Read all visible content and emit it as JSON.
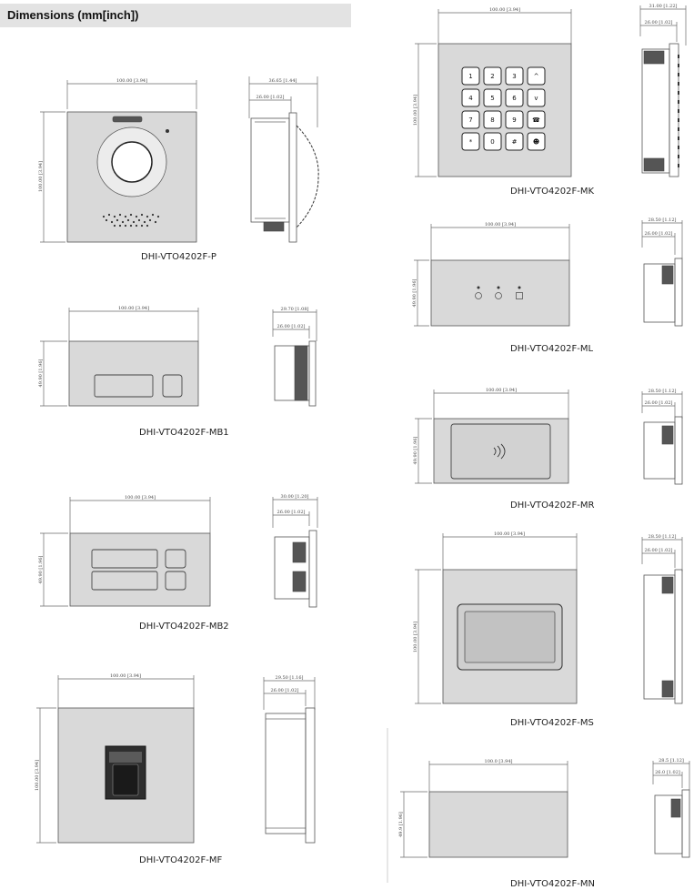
{
  "header": {
    "title": "Dimensions (mm[inch])"
  },
  "models": {
    "p": "DHI-VTO4202F-P",
    "mb1": "DHI-VTO4202F-MB1",
    "mb2": "DHI-VTO4202F-MB2",
    "mf": "DHI-VTO4202F-MF",
    "mk": "DHI-VTO4202F-MK",
    "ml": "DHI-VTO4202F-ML",
    "mr": "DHI-VTO4202F-MR",
    "ms": "DHI-VTO4202F-MS",
    "mn": "DHI-VTO4202F-MN"
  },
  "dims": {
    "p_w": "100.00 [3.94]",
    "p_h": "100.00 [3.94]",
    "p_d1": "36.65 [1.44]",
    "p_d2": "26.00 [1.02]",
    "mb1_w": "100.00 [3.94]",
    "mb1_h": "49.90 [1.96]",
    "mb1_d1": "29.70 [1.08]",
    "mb1_d2": "26.00 [1.02]",
    "mb2_w": "100.00 [3.94]",
    "mb2_h": "49.90 [1.96]",
    "mb2_d1": "30.00 [1.20]",
    "mb2_d2": "26.00 [1.02]",
    "mf_w": "100.00 [3.94]",
    "mf_h": "100.00 [3.94]",
    "mf_d1": "29.50 [1.16]",
    "mf_d2": "26.00 [1.02]",
    "mk_w": "100.00 [3.94]",
    "mk_h": "100.00 [3.94]",
    "mk_d1": "31.00 [1.22]",
    "mk_d2": "26.00 [1.02]",
    "ml_w": "100.00 [3.94]",
    "ml_h": "49.90 [1.96]",
    "ml_d1": "28.50 [1.12]",
    "ml_d2": "26.00 [1.02]",
    "mr_w": "100.00 [3.94]",
    "mr_h": "49.90 [1.96]",
    "mr_d1": "28.50 [1.12]",
    "mr_d2": "26.00 [1.02]",
    "ms_w": "100.00 [3.94]",
    "ms_h": "100.00 [3.94]",
    "ms_d1": "28.50 [1.12]",
    "ms_d2": "26.00 [1.02]",
    "mn_w": "100.0 [3.94]",
    "mn_h": "49.9 [1.96]",
    "mn_d1": "28.5 [1.12]",
    "mn_d2": "26.0 [1.02]"
  },
  "keypad": {
    "keys": [
      "1",
      "2",
      "3",
      "^",
      "4",
      "5",
      "6",
      "v",
      "7",
      "8",
      "9",
      "&#9742;",
      "*",
      "0",
      "#",
      "&#9787;"
    ]
  },
  "colors": {
    "panel": "#d9d9d9",
    "line": "#555555",
    "header_bg": "#e3e3e3"
  }
}
